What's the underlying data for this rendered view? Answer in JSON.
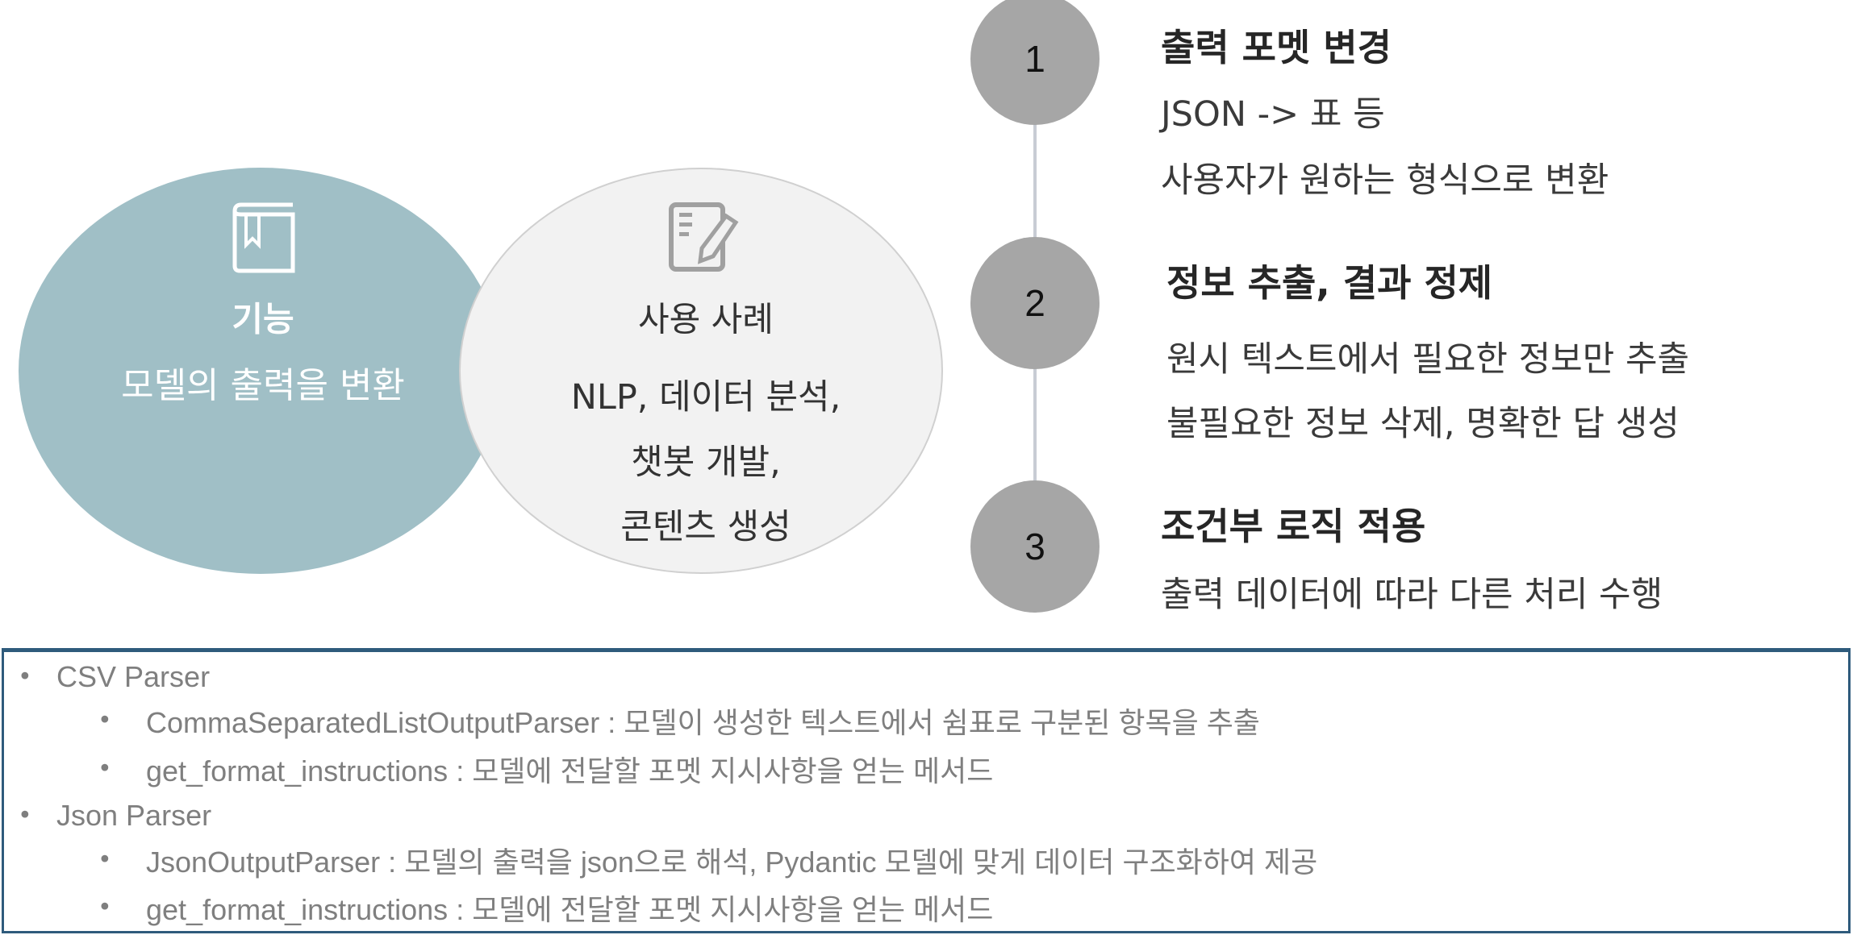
{
  "venn": {
    "function": {
      "title": "기능",
      "description": "모델의 출력을 변환",
      "icon": "book-icon",
      "color": "#a0bfc6"
    },
    "use_cases": {
      "title": "사용 사례",
      "lines": [
        "NLP, 데이터 분석,",
        "챗봇 개발,",
        "콘텐츠 생성"
      ],
      "icon": "edit-document-icon",
      "color": "#f2f2f2"
    }
  },
  "steps": [
    {
      "number": "1",
      "title": "출력 포멧 변경",
      "lines": [
        "JSON -> 표 등",
        "사용자가 원하는 형식으로 변환"
      ]
    },
    {
      "number": "2",
      "title": "정보 추출, 결과 정제",
      "lines": [
        "원시 텍스트에서 필요한 정보만 추출",
        "불필요한  정보 삭제, 명확한 답 생성"
      ]
    },
    {
      "number": "3",
      "title": "조건부 로직 적용",
      "lines": [
        "출력 데이터에 따라 다른 처리 수행"
      ]
    }
  ],
  "parsers": [
    {
      "name": "CSV Parser",
      "items": [
        "CommaSeparatedListOutputParser : 모델이 생성한 텍스트에서 쉼표로 구분된 항목을 추출",
        "get_format_instructions : 모델에 전달할 포멧 지시사항을 얻는 메서드"
      ]
    },
    {
      "name": "Json Parser",
      "items": [
        "JsonOutputParser : 모델의 출력을 json으로 해석, Pydantic 모델에 맞게 데이터 구조화하여 제공",
        "get_format_instructions : 모델에 전달할 포멧 지시사항을 얻는 메서드"
      ]
    }
  ],
  "colors": {
    "circle": "#a6a6a6",
    "box_border": "#2f5b7c",
    "list_text": "#7f7f7f"
  }
}
